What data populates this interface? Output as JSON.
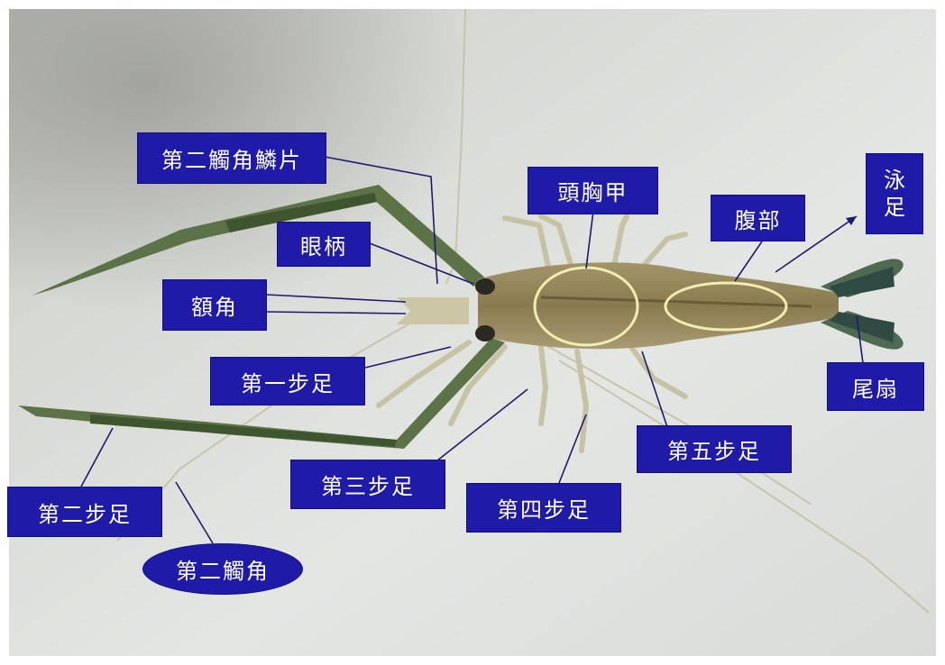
{
  "labels": {
    "antennal_scale": "第二觸角鱗片",
    "carapace": "頭胸甲",
    "swimmeret_line1": "泳",
    "swimmeret_line2": "足",
    "eyestalk": "眼柄",
    "abdomen": "腹部",
    "rostrum": "額角",
    "first_leg": "第一步足",
    "tail_fan": "尾扇",
    "fifth_leg": "第五步足",
    "third_leg": "第三步足",
    "fourth_leg": "第四步足",
    "second_leg": "第二步足",
    "second_antenna": "第二觸角"
  },
  "colors": {
    "label_background": "#1f1aa8",
    "label_text": "#ffffff",
    "highlight_ellipse": "#f2eeb0",
    "leader_line": "#1d1a6e"
  }
}
